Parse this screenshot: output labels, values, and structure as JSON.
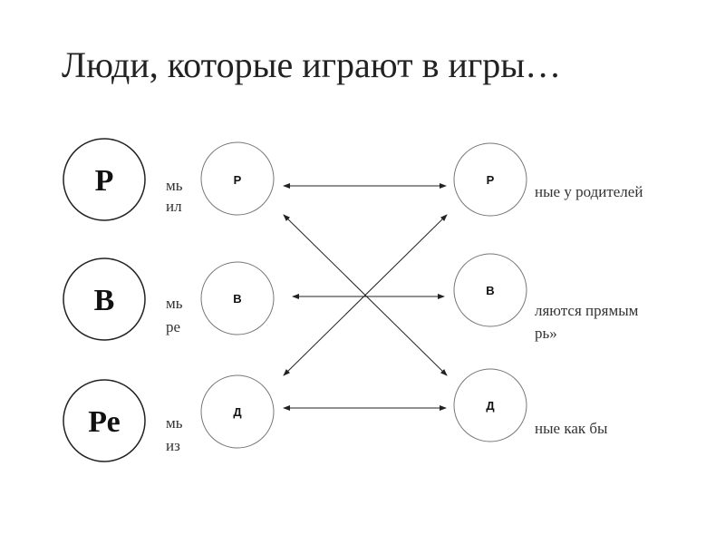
{
  "title": "Люди, которые играют в игры…",
  "left_states": [
    "Р",
    "В",
    "Ре"
  ],
  "left_circles": [
    "Р",
    "В",
    "Д"
  ],
  "right_circles": [
    "Р",
    "В",
    "Д"
  ],
  "left_fragments": [
    "мь",
    "ил",
    "мь",
    "ре",
    "мь",
    "из"
  ],
  "right_fragments": [
    "ные у родителей",
    "ляются прямым",
    "рь»",
    "ные как бы"
  ]
}
